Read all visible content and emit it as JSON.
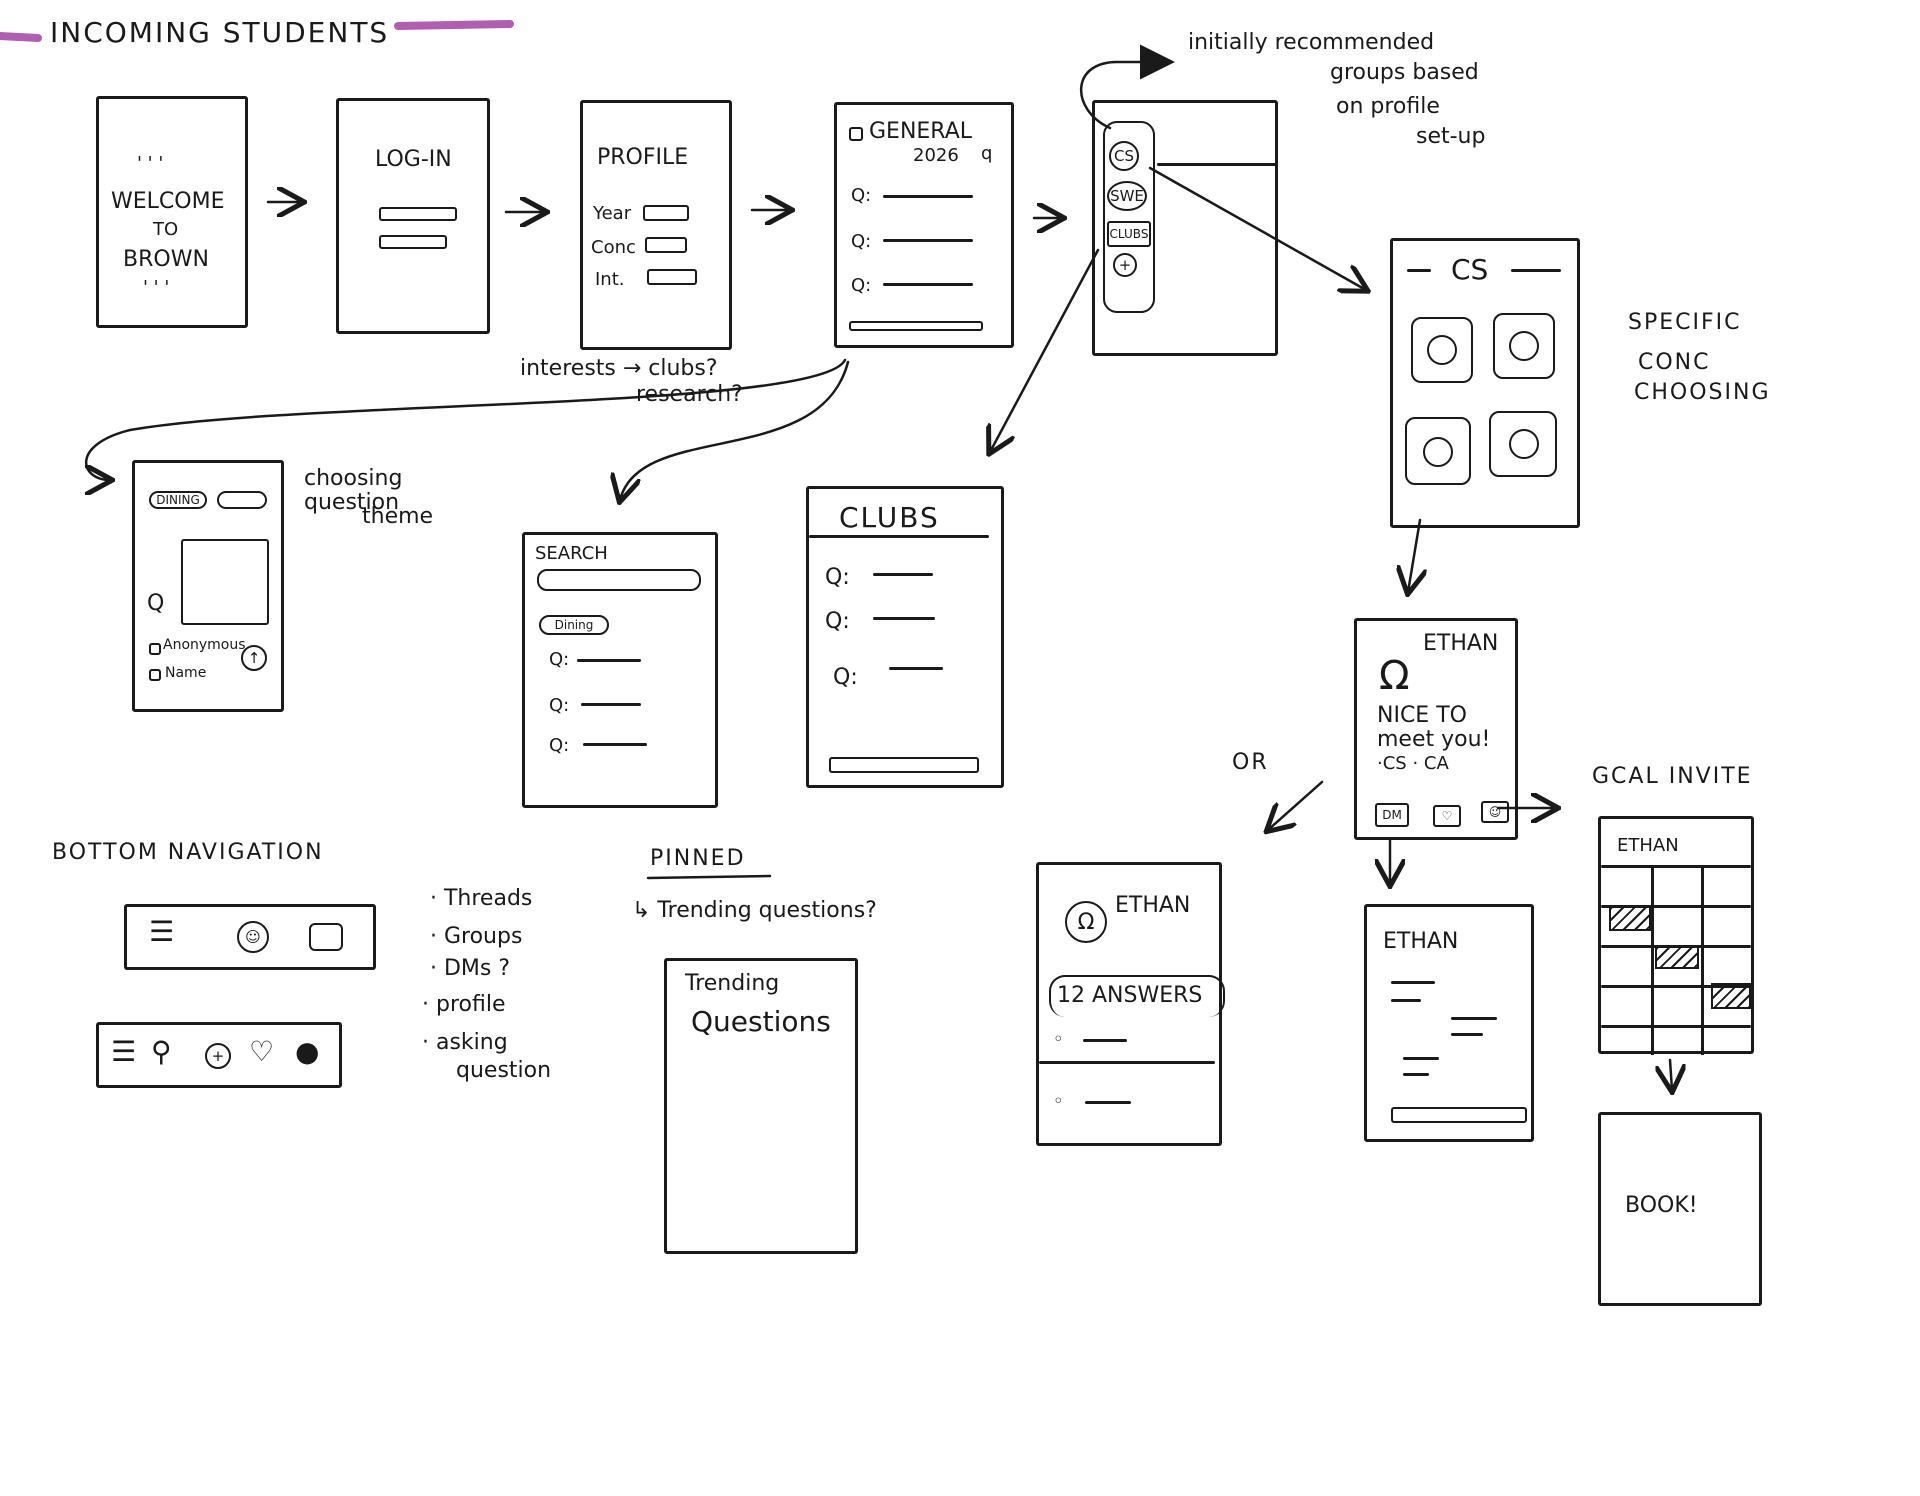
{
  "header": {
    "title": "INCOMING STUDENTS",
    "accent": "#b05fb0"
  },
  "screens": {
    "welcome": {
      "line1": "WELCOME",
      "line2": "TO",
      "line3": "BROWN",
      "marks_top": "' '  '",
      "marks_bottom": "' ' '"
    },
    "login": {
      "title": "LOG-IN"
    },
    "profile": {
      "title": "PROFILE",
      "fields": [
        "Year",
        "Conc",
        "Int."
      ]
    },
    "general": {
      "title": "GENERAL",
      "subtitle": "2026",
      "q": [
        "Q:",
        "Q:",
        "Q:"
      ]
    },
    "groups_sidebar": {
      "items": [
        "CS",
        "SWE",
        "CLUBS",
        "+"
      ]
    },
    "cs_groups": {
      "title": "CS"
    },
    "ask_question": {
      "tag": "DINING",
      "options": [
        "Anonymous",
        "Name"
      ],
      "q": "Q"
    },
    "search": {
      "title": "SEARCH",
      "tag": "Dining",
      "q": [
        "Q:",
        "Q:",
        "Q:"
      ]
    },
    "clubs": {
      "title": "CLUBS",
      "q": [
        "Q:",
        "Q:",
        "Q:"
      ]
    },
    "ethan_profile": {
      "name": "ETHAN",
      "greeting": "NICE TO",
      "greeting2": "meet you!",
      "concs": "·CS  · CA",
      "buttons": [
        "DM",
        "",
        ""
      ]
    },
    "ethan_answers": {
      "name": "ETHAN",
      "answers": "12 ANSWERS"
    },
    "ethan_dm": {
      "name": "ETHAN"
    },
    "gcal": {
      "name": "ETHAN"
    },
    "book": {
      "label": "BOOK!"
    },
    "trending": {
      "line1": "Trending",
      "line2": "Questions"
    }
  },
  "annotations": {
    "recommended": [
      "initially recommended",
      "groups based",
      "on profile",
      "set-up"
    ],
    "specific": [
      "SPECIFIC",
      "CONC",
      "CHOOSING"
    ],
    "interests": [
      "interests → clubs?",
      "research?"
    ],
    "choosing": [
      "choosing",
      "question",
      "theme"
    ],
    "or": "OR",
    "gcal_invite": "GCAL INVITE",
    "bottom_nav": "BOTTOM NAVIGATION",
    "nav_list": [
      "· Threads",
      "· Groups",
      "· DMs ?",
      "· profile",
      "· asking",
      "question"
    ],
    "pinned": "PINNED",
    "trending_q": "↳ Trending questions?"
  }
}
